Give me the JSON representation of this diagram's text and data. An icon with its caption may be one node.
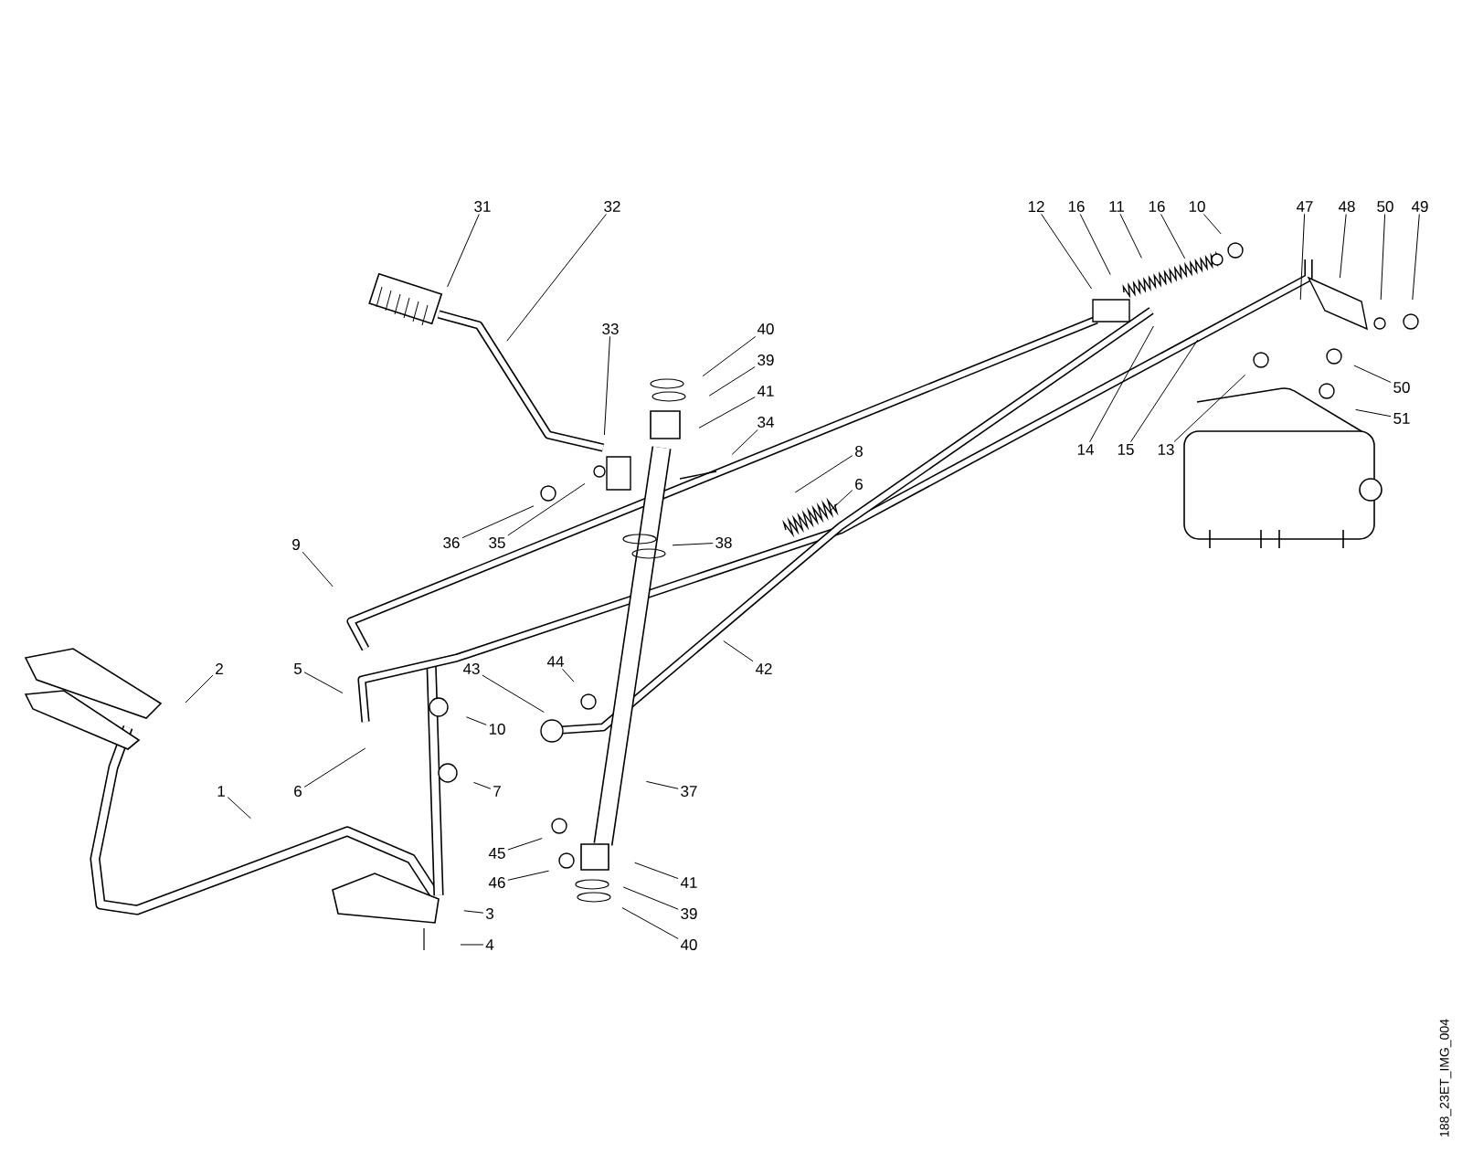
{
  "diagram": {
    "nodes": [
      {
        "text": [
          "31"
        ]
      },
      {
        "text": [
          "32"
        ]
      },
      {
        "text": [
          "33"
        ]
      },
      {
        "text": [
          "40"
        ]
      },
      {
        "text": [
          "39"
        ]
      },
      {
        "text": [
          "41"
        ]
      },
      {
        "text": [
          "34"
        ]
      },
      {
        "text": [
          "8"
        ]
      },
      {
        "text": [
          "6"
        ]
      },
      {
        "text": [
          "36"
        ]
      },
      {
        "text": [
          "35"
        ]
      },
      {
        "text": [
          "38"
        ]
      },
      {
        "text": [
          "9"
        ]
      },
      {
        "text": [
          "2"
        ]
      },
      {
        "text": [
          "5"
        ]
      },
      {
        "text": [
          "43"
        ]
      },
      {
        "text": [
          "44"
        ]
      },
      {
        "text": [
          "42"
        ]
      },
      {
        "text": [
          "10"
        ]
      },
      {
        "text": [
          "6"
        ]
      },
      {
        "text": [
          "7"
        ]
      },
      {
        "text": [
          "1"
        ]
      },
      {
        "text": [
          "37"
        ]
      },
      {
        "text": [
          "45"
        ]
      },
      {
        "text": [
          "46"
        ]
      },
      {
        "text": [
          "41"
        ]
      },
      {
        "text": [
          "39"
        ]
      },
      {
        "text": [
          "40"
        ]
      },
      {
        "text": [
          "3"
        ]
      },
      {
        "text": [
          "4"
        ]
      },
      {
        "text": [
          "12"
        ]
      },
      {
        "text": [
          "16"
        ]
      },
      {
        "text": [
          "11"
        ]
      },
      {
        "text": [
          "16"
        ]
      },
      {
        "text": [
          "10"
        ]
      },
      {
        "text": [
          "47"
        ]
      },
      {
        "text": [
          "48"
        ]
      },
      {
        "text": [
          "50"
        ]
      },
      {
        "text": [
          "49"
        ]
      },
      {
        "text": [
          "14"
        ]
      },
      {
        "text": [
          "15"
        ]
      },
      {
        "text": [
          "13"
        ]
      },
      {
        "text": [
          "50"
        ]
      },
      {
        "text": [
          "51"
        ]
      }
    ],
    "edges": [
      {
        "from": 0,
        "to": null,
        "arrow": "none"
      },
      {
        "from": 1,
        "to": null,
        "arrow": "none"
      },
      {
        "from": 2,
        "to": null,
        "arrow": "none"
      },
      {
        "from": 3,
        "to": null,
        "arrow": "none"
      },
      {
        "from": 4,
        "to": null,
        "arrow": "none"
      },
      {
        "from": 5,
        "to": null,
        "arrow": "none"
      },
      {
        "from": 6,
        "to": null,
        "arrow": "none"
      },
      {
        "from": 7,
        "to": null,
        "arrow": "none"
      },
      {
        "from": 8,
        "to": null,
        "arrow": "none"
      },
      {
        "from": 9,
        "to": null,
        "arrow": "none"
      },
      {
        "from": 10,
        "to": null,
        "arrow": "none"
      },
      {
        "from": 11,
        "to": null,
        "arrow": "none"
      },
      {
        "from": 12,
        "to": null,
        "arrow": "none"
      },
      {
        "from": 13,
        "to": null,
        "arrow": "none"
      },
      {
        "from": 14,
        "to": null,
        "arrow": "none"
      },
      {
        "from": 15,
        "to": null,
        "arrow": "none"
      },
      {
        "from": 16,
        "to": null,
        "arrow": "none"
      },
      {
        "from": 17,
        "to": null,
        "arrow": "none"
      },
      {
        "from": 18,
        "to": null,
        "arrow": "none"
      },
      {
        "from": 19,
        "to": null,
        "arrow": "none"
      },
      {
        "from": 20,
        "to": null,
        "arrow": "none"
      },
      {
        "from": 21,
        "to": null,
        "arrow": "none"
      },
      {
        "from": 22,
        "to": null,
        "arrow": "none"
      },
      {
        "from": 23,
        "to": null,
        "arrow": "none"
      },
      {
        "from": 24,
        "to": null,
        "arrow": "none"
      },
      {
        "from": 25,
        "to": null,
        "arrow": "none"
      },
      {
        "from": 26,
        "to": null,
        "arrow": "none"
      },
      {
        "from": 27,
        "to": null,
        "arrow": "none"
      },
      {
        "from": 28,
        "to": null,
        "arrow": "none"
      },
      {
        "from": 29,
        "to": null,
        "arrow": "none"
      },
      {
        "from": 30,
        "to": null,
        "arrow": "none"
      },
      {
        "from": 31,
        "to": null,
        "arrow": "none"
      },
      {
        "from": 32,
        "to": null,
        "arrow": "none"
      },
      {
        "from": 33,
        "to": null,
        "arrow": "none"
      },
      {
        "from": 34,
        "to": null,
        "arrow": "none"
      },
      {
        "from": 35,
        "to": null,
        "arrow": "none"
      },
      {
        "from": 36,
        "to": null,
        "arrow": "none"
      },
      {
        "from": 37,
        "to": null,
        "arrow": "none"
      },
      {
        "from": 38,
        "to": null,
        "arrow": "none"
      },
      {
        "from": 39,
        "to": null,
        "arrow": "none"
      },
      {
        "from": 40,
        "to": null,
        "arrow": "none"
      },
      {
        "from": 41,
        "to": null,
        "arrow": "none"
      },
      {
        "from": 42,
        "to": null,
        "arrow": "none"
      },
      {
        "from": 43,
        "to": null,
        "arrow": "none"
      }
    ],
    "labels": [
      "188_23ET_IMG_004"
    ]
  }
}
